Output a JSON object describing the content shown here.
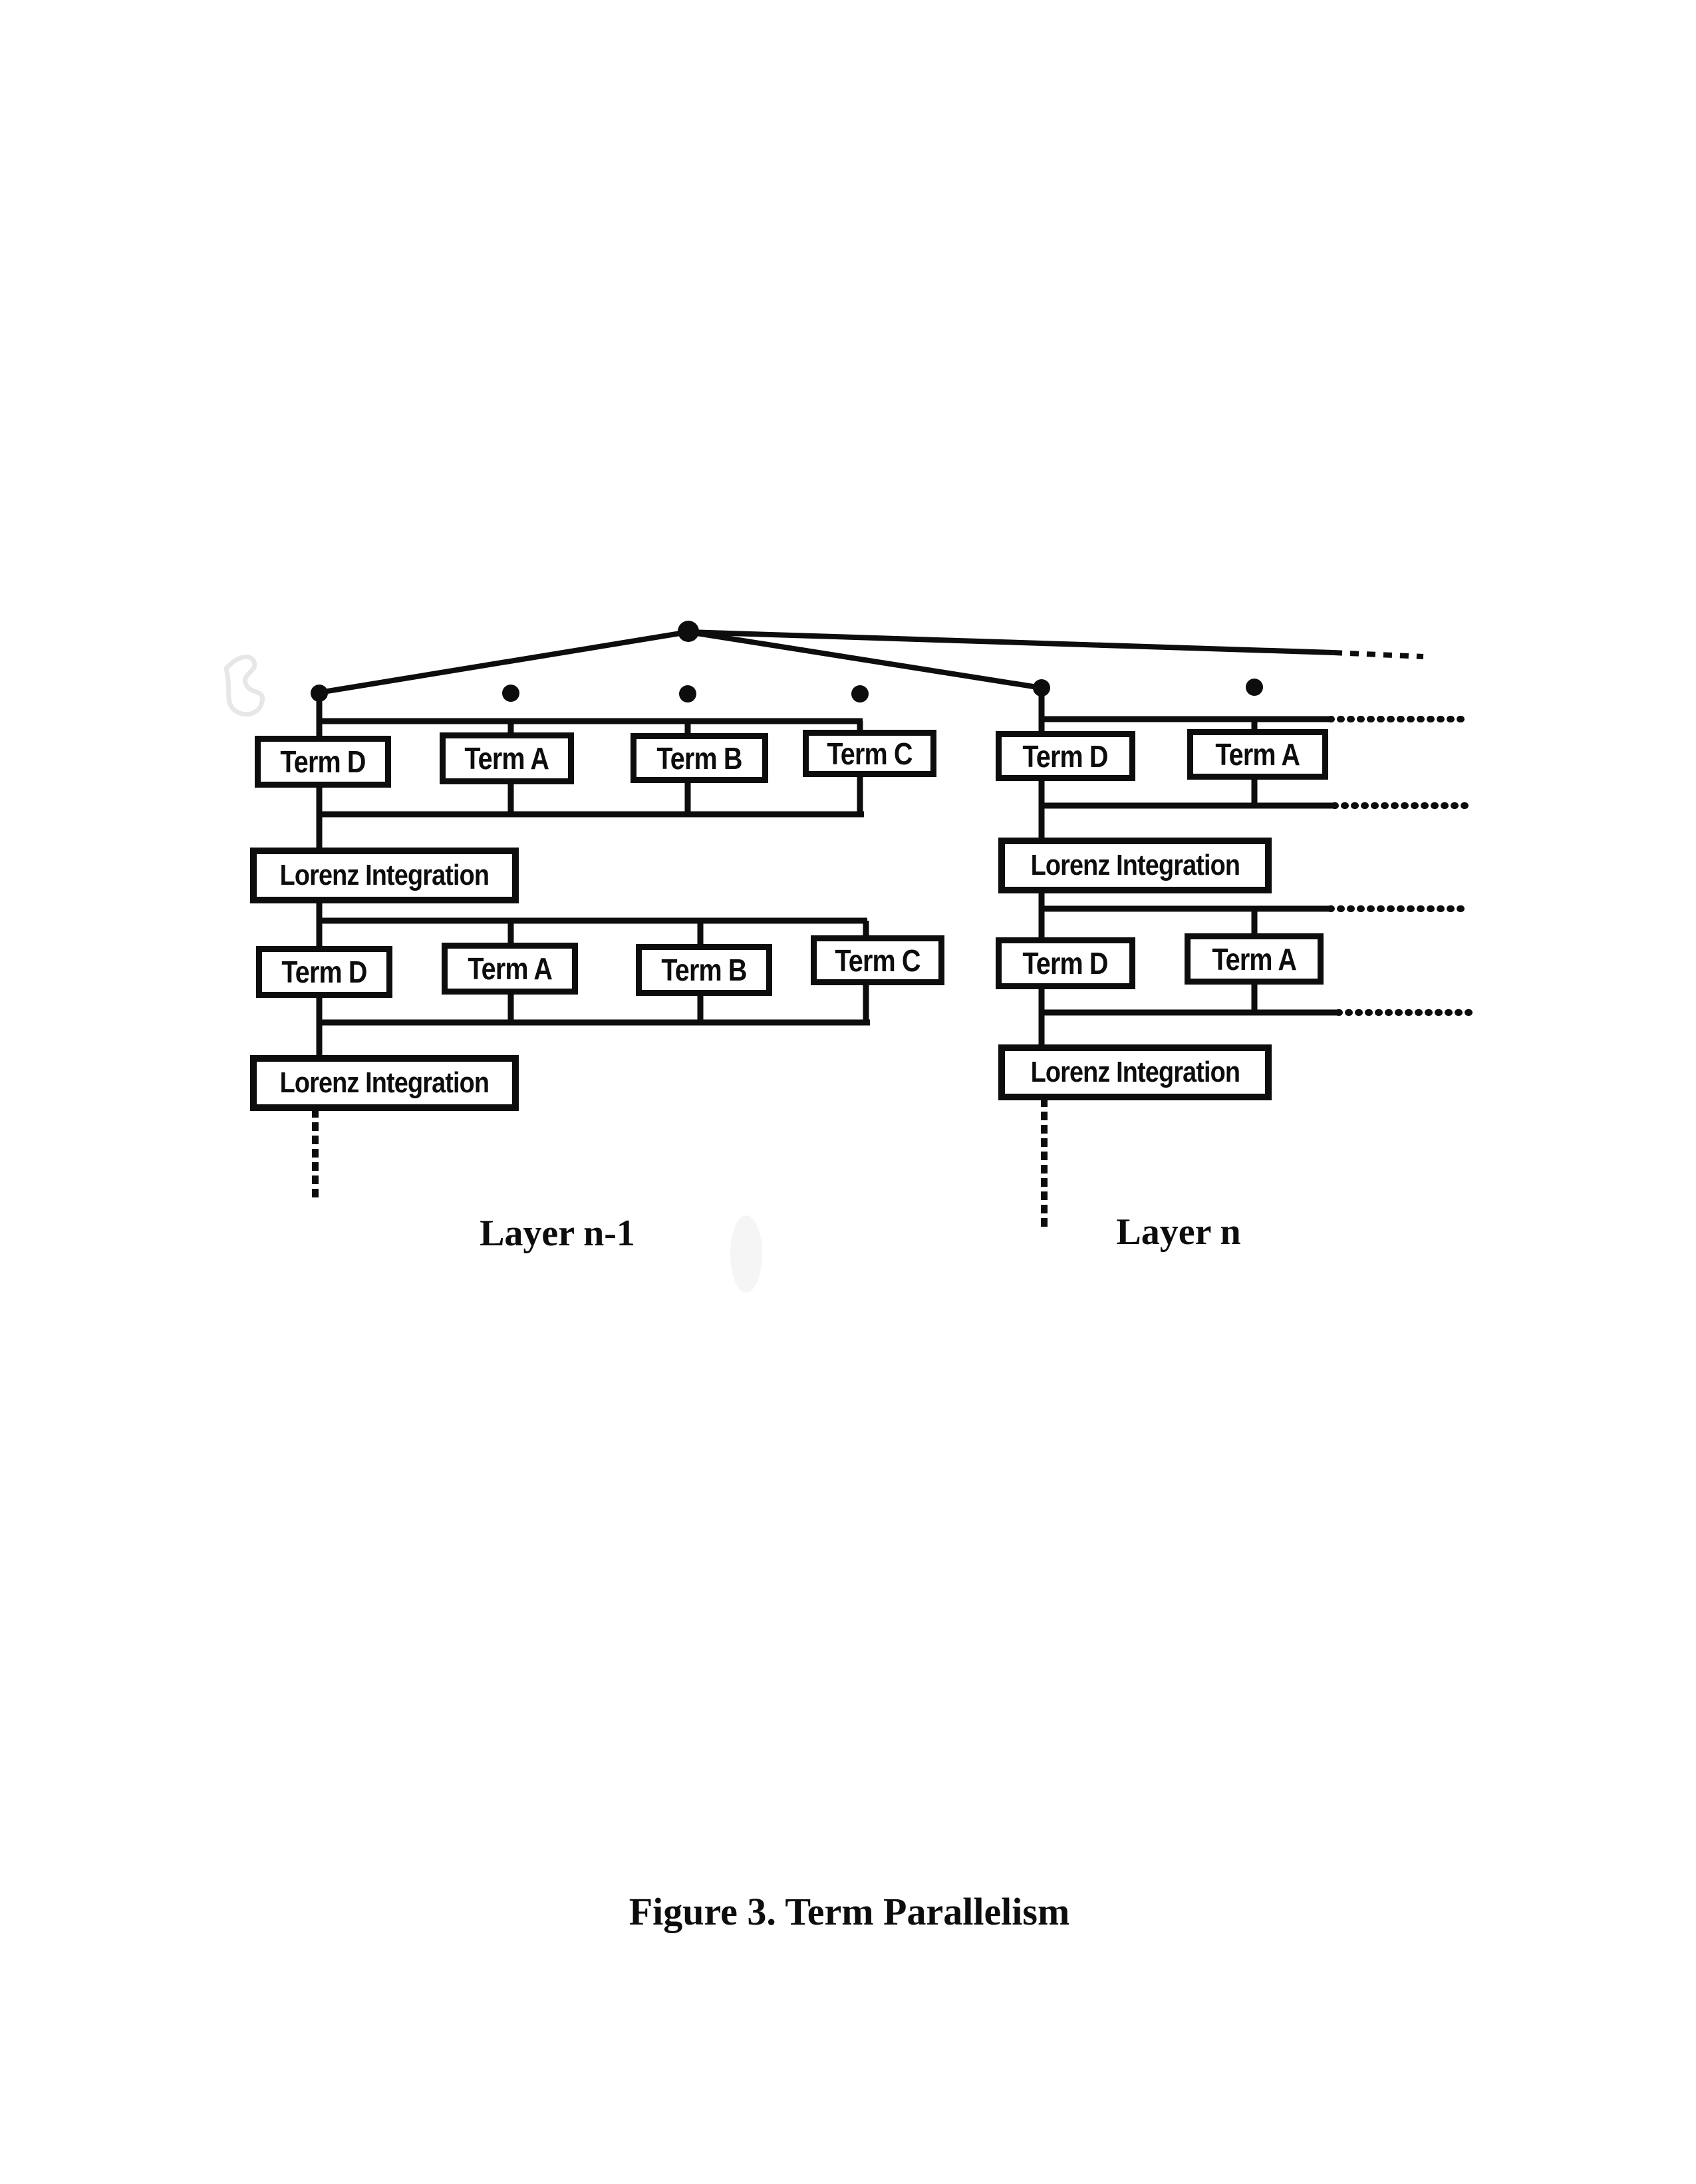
{
  "figure": {
    "caption": "Figure 3. Term Parallelism",
    "colors": {
      "ink": "#0d0d0d",
      "paper": "#ffffff"
    },
    "diagram": {
      "left_group": {
        "layer_label": "Layer n-1",
        "row1_terms": [
          "Term D",
          "Term A",
          "Term B",
          "Term C"
        ],
        "integration1": "Lorenz Integration",
        "row2_terms": [
          "Term D",
          "Term A",
          "Term B",
          "Term C"
        ],
        "integration2": "Lorenz Integration"
      },
      "right_group": {
        "layer_label": "Layer n",
        "row1_terms": [
          "Term D",
          "Term A"
        ],
        "integration1": "Lorenz Integration",
        "row2_terms": [
          "Term D",
          "Term A"
        ],
        "integration2": "Lorenz Integration"
      }
    }
  }
}
